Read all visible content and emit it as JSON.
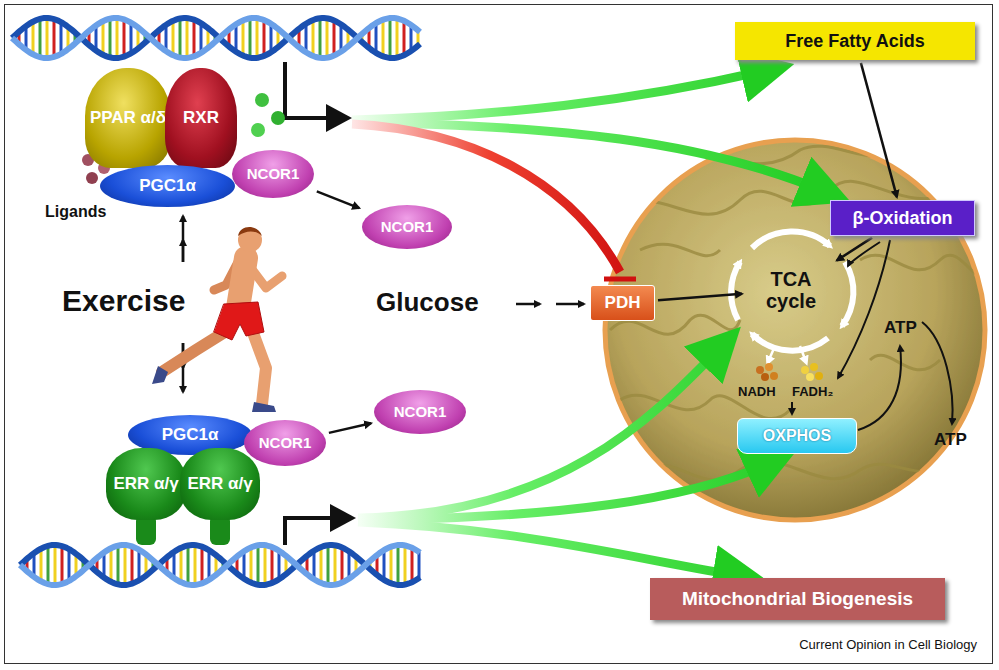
{
  "diagram": {
    "caption": "Current Opinion in Cell Biology",
    "nodes": [
      {
        "text": [
          "PPAR α/δ"
        ]
      },
      {
        "text": [
          "RXR"
        ]
      },
      {
        "text": [
          "PGC1α"
        ]
      },
      {
        "text": [
          "NCOR1"
        ]
      },
      {
        "text": [
          "NCOR1"
        ]
      },
      {
        "text": [
          "Free Fatty Acids"
        ]
      },
      {
        "text": [
          "β-Oxidation"
        ]
      },
      {
        "text": [
          "PDH"
        ]
      },
      {
        "text": [
          "TCA cycle"
        ]
      },
      {
        "text": [
          "PGC1α"
        ]
      },
      {
        "text": [
          "NCOR1"
        ]
      },
      {
        "text": [
          "NCOR1"
        ]
      },
      {
        "text": [
          "ERR α/γ"
        ]
      },
      {
        "text": [
          "ERR α/γ"
        ]
      },
      {
        "text": [
          "OXPHOS"
        ]
      },
      {
        "text": [
          "Mitochondrial Biogenesis"
        ]
      }
    ],
    "edges": [
      {
        "from": 3,
        "to": 4,
        "arrow": "to"
      },
      {
        "from": 10,
        "to": 11,
        "arrow": "to"
      },
      {
        "from": 5,
        "to": 6,
        "arrow": "to"
      },
      {
        "from": 6,
        "to": 8,
        "arrow": "to"
      },
      {
        "from": 7,
        "to": 8,
        "arrow": "to"
      }
    ],
    "labels": [
      "Ligands",
      "Exercise",
      "Glucose",
      "NADH",
      "FADH₂",
      "ATP",
      "ATP"
    ]
  }
}
